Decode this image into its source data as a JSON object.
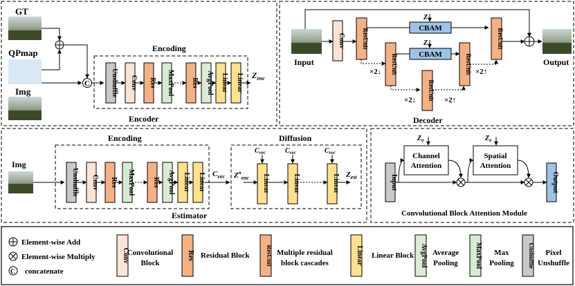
{
  "encoder": {
    "gt_label": "GT",
    "qpmap_label": "QPmap",
    "img_label": "Img",
    "group_title": "Encoding",
    "caption": "Encoder",
    "output_main": "Z",
    "output_sub": "enc",
    "blocks": [
      "Unshuffle",
      "Conv",
      "Res",
      "MaxPool",
      "Res",
      "AvgPool",
      "Linear",
      "Linear"
    ]
  },
  "decoder": {
    "input_label": "Input",
    "output_label": "Output",
    "caption": "Decoder",
    "conv_label": "Conv",
    "resunit_label": "ResUnit",
    "cbam_label": "CBAM",
    "z_label": "Z",
    "scale_down": "×2↓",
    "scale_up": "×2↑"
  },
  "estimator": {
    "img_label": "Img",
    "encoding_title": "Encoding",
    "diffusion_title": "Diffusion",
    "caption": "Estimator",
    "blocks": [
      "Unshuffle",
      "Conv",
      "Res",
      "MaxPool",
      "Res",
      "AvgPool",
      "Linear",
      "Linear"
    ],
    "cvec_main": "C",
    "cvec_sub": "vec",
    "zenc_main": "Z",
    "zenc_sup": "n",
    "zenc_sub": "enc",
    "zest_main": "Z",
    "zest_sub": "est",
    "linear_label": "Linear"
  },
  "cbam": {
    "input_label": "Input",
    "output_label": "Output",
    "channel_attention_1": "Channel",
    "channel_attention_2": "Attention",
    "spatial_attention_1": "Spatial",
    "spatial_attention_2": "Attention",
    "z_main": "Z",
    "z_sub": "o",
    "caption": "Convolutional Block Attention Module"
  },
  "legend": {
    "add": "Element-wise Add",
    "multiply": "Element-wise Multiply",
    "concat": "concatenate",
    "conv_block_1": "Convolutional",
    "conv_block_2": "Block",
    "residual_block": "Residual Block",
    "multi_res_1": "Multiple residual",
    "multi_res_2": "block cascades",
    "linear_block": "Linear Block",
    "avg_pool_1": "Average",
    "avg_pool_2": "Pooling",
    "max_pool_1": "Max",
    "max_pool_2": "Pooling",
    "pixel_unshuffle_1": "Pixel",
    "pixel_unshuffle_2": "Unshuffle",
    "sym_conv": "Conv",
    "sym_res": "Res",
    "sym_resunit": "ResUnit",
    "sym_linear": "Linear",
    "sym_avgpool": "AvgPool",
    "sym_maxpool": "MaxPool",
    "sym_unshuffle": "Unshuffle"
  },
  "colors": {
    "unshuffle": "#c9c9c9",
    "conv": "#fbe4d6",
    "res": "#f4b183",
    "maxpool": "#d7ead2",
    "avgpool": "#dcebd5",
    "linear": "#ffe18c",
    "cbam": "#9dc3e6",
    "qpmap": "#dae8f5"
  }
}
